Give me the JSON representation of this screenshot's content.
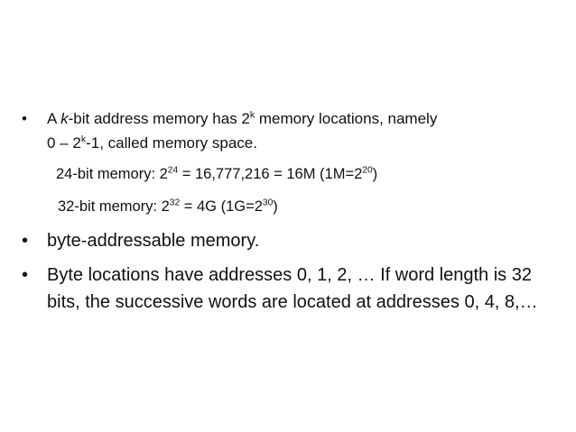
{
  "bullet_char": "•",
  "bullet1": {
    "pre": "A ",
    "k": "k",
    "mid": "-bit address memory has 2",
    "sup_k": "k",
    "post": " memory locations, namely",
    "line2_pre": "0 – 2",
    "line2_sup": "k",
    "line2_post": "-1, called memory space."
  },
  "sub1": {
    "pre": "24-bit memory: 2",
    "sup_exp": "24",
    "mid": " = 16,777,216 = 16M (1M=2",
    "sup_unit": "20",
    "post": ")"
  },
  "sub2": {
    "pre": "32-bit memory: 2",
    "sup_exp": "32",
    "mid": " = 4G (1G=2",
    "sup_unit": "30",
    "post": ")"
  },
  "bullet2": {
    "text": "byte-addressable memory."
  },
  "bullet3": {
    "text": "Byte locations have addresses 0, 1, 2, … If word length is 32 bits, the successive words are located at addresses 0, 4, 8,…"
  }
}
